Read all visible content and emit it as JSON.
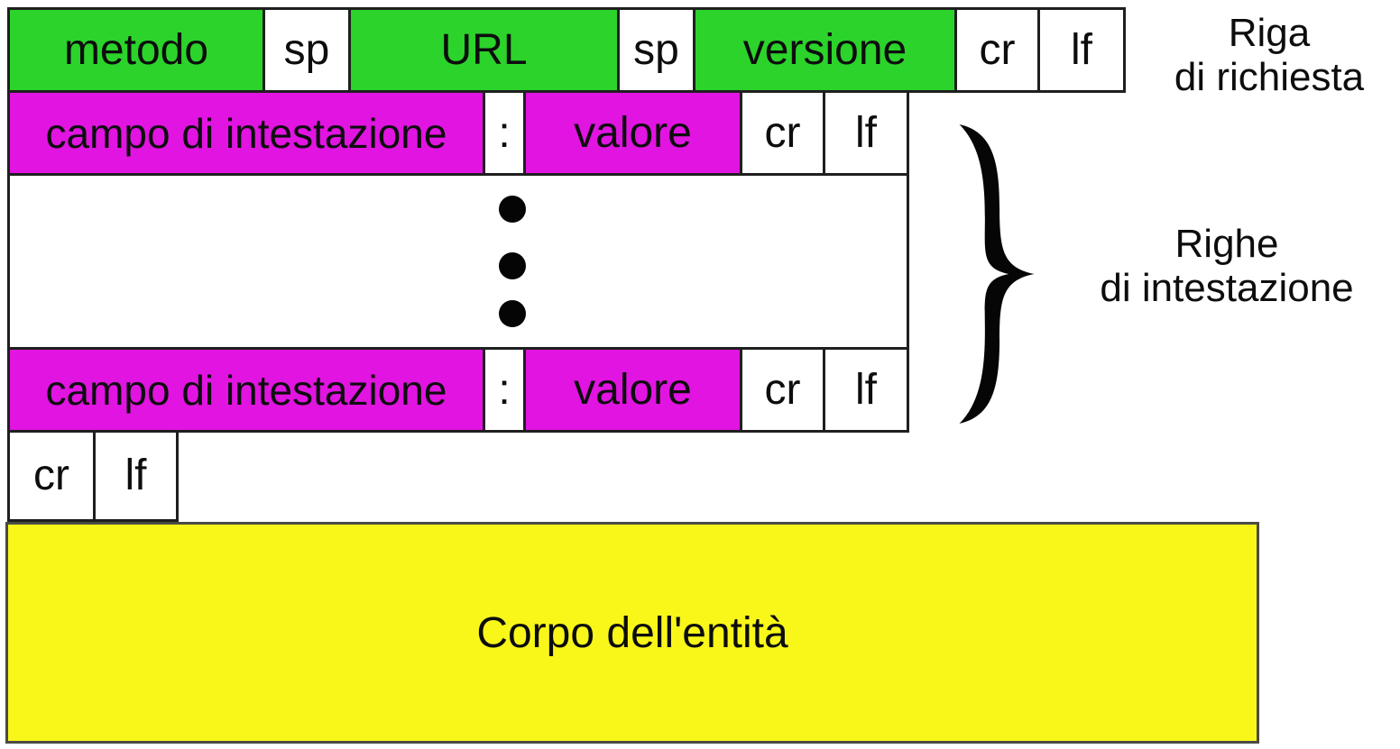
{
  "colors": {
    "green": "#2bd32b",
    "magenta": "#e114e1",
    "yellow": "#f8f719",
    "border": "#1f1f1f"
  },
  "request_line": {
    "cells": {
      "method": "metodo",
      "sp1": "sp",
      "url": "URL",
      "sp2": "sp",
      "version": "versione",
      "cr": "cr",
      "lf": "lf"
    },
    "annotation": {
      "line1": "Riga",
      "line2": "di richiesta"
    }
  },
  "header_lines": {
    "rows": [
      {
        "field": "campo di intestazione",
        "colon": ":",
        "value": "valore",
        "cr": "cr",
        "lf": "lf"
      },
      {
        "field": "campo di intestazione",
        "colon": ":",
        "value": "valore",
        "cr": "cr",
        "lf": "lf"
      }
    ],
    "annotation": {
      "line1": "Righe",
      "line2": "di intestazione"
    }
  },
  "blank_line": {
    "cr": "cr",
    "lf": "lf"
  },
  "entity_body": {
    "label": "Corpo dell'entità"
  }
}
